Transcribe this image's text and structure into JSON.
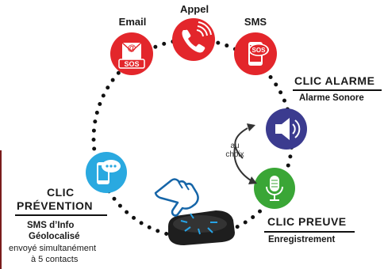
{
  "channels": {
    "email": "Email",
    "appel": "Appel",
    "sms": "SMS",
    "sos": "SOS",
    "at": "@"
  },
  "alarme": {
    "title": "CLIC ALARME",
    "subtitle": "Alarme Sonore"
  },
  "au_choix": [
    "au",
    "choix"
  ],
  "preuve": {
    "title": "CLIC PREUVE",
    "subtitle": "Enregistrement"
  },
  "prevention": {
    "title_line1": "CLIC",
    "title_line2": "PRÉVENTION",
    "sub_line1": "SMS d’Info",
    "sub_line2": "Géolocalisé",
    "sub_line3": "envoyé simultanément",
    "sub_line4": "à 5 contacts"
  },
  "colors": {
    "red": "#e3262b",
    "blue_dark": "#3b3b8f",
    "green": "#3aa636",
    "cyan": "#2aa9e0",
    "dots": "#111111"
  }
}
